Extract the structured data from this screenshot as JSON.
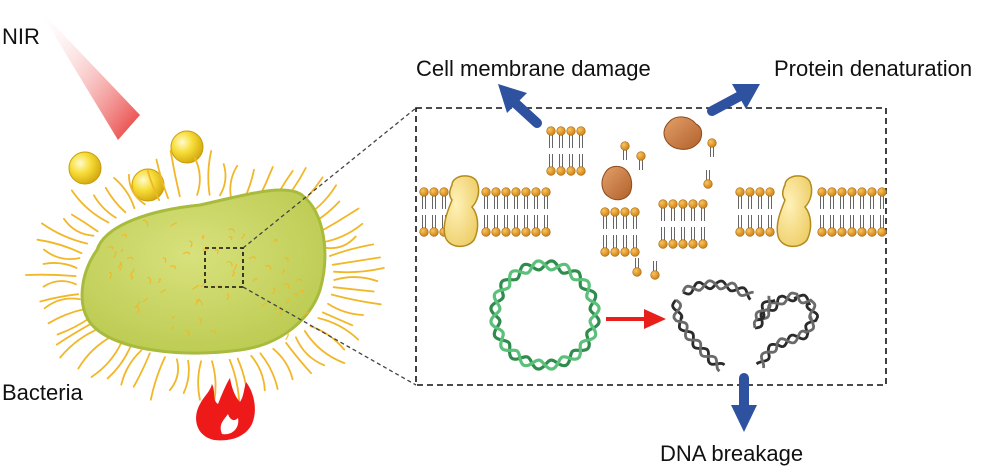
{
  "labels": {
    "nir": "NIR",
    "bacteria": "Bacteria",
    "cell_membrane_damage": "Cell membrane damage",
    "protein_denaturation": "Protein denaturation",
    "dna_breakage": "DNA breakage"
  },
  "colors": {
    "arrow_blue": "#2f52a0",
    "arrow_red": "#e8201c",
    "flame_red": "#ee1a1a",
    "bacteria_fill": "#c9d76a",
    "bacteria_edge": "#a9bb3c",
    "pili": "#f2b728",
    "gold_np": "#f6d22a",
    "lipid_head": "#e39a22",
    "protein_channel": "#f6df8a",
    "protein_fragment": "#c67a3e",
    "dna_green": "#3aa05a",
    "dna_broken": "#3a3a3a",
    "nir_beam": "#e9453f"
  },
  "icons": [
    "nir-beam-icon",
    "gold-nanoparticle-icon",
    "bacteria-cell-icon",
    "flame-icon",
    "lipid-bilayer-icon",
    "membrane-protein-icon",
    "protein-fragment-icon",
    "circular-dna-icon",
    "broken-dna-icon"
  ]
}
